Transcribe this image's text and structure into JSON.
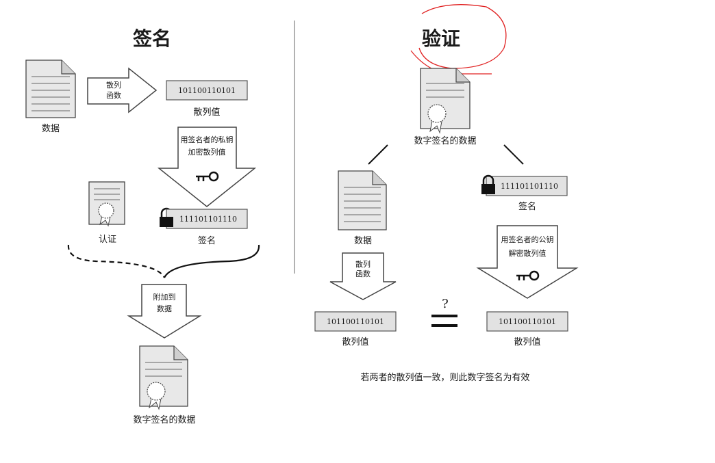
{
  "sign": {
    "title": "签名",
    "data_label": "数据",
    "hash_fn_line1": "散列",
    "hash_fn_line2": "函数",
    "hash_value": "101100110101",
    "hash_value_label": "散列值",
    "encrypt_line1": "用签名者的私钥",
    "encrypt_line2": "加密散列值",
    "cert_label": "认证",
    "signature_value": "111101101110",
    "signature_label": "签名",
    "attach_line1": "附加到",
    "attach_line2": "数据",
    "signed_doc_label": "数字签名的数据"
  },
  "verify": {
    "title": "验证",
    "signed_doc_label": "数字签名的数据",
    "data_label": "数据",
    "hash_fn_line1": "散列",
    "hash_fn_line2": "函数",
    "hash_value_left": "101100110101",
    "hash_value_left_label": "散列值",
    "signature_value": "111101101110",
    "signature_label": "签名",
    "decrypt_line1": "用签名者的公钥",
    "decrypt_line2": "解密散列值",
    "compare_symbol": "?",
    "hash_value_right": "101100110101",
    "hash_value_right_label": "散列值",
    "conclusion": "若两者的散列值一致，则此数字签名为有效"
  }
}
